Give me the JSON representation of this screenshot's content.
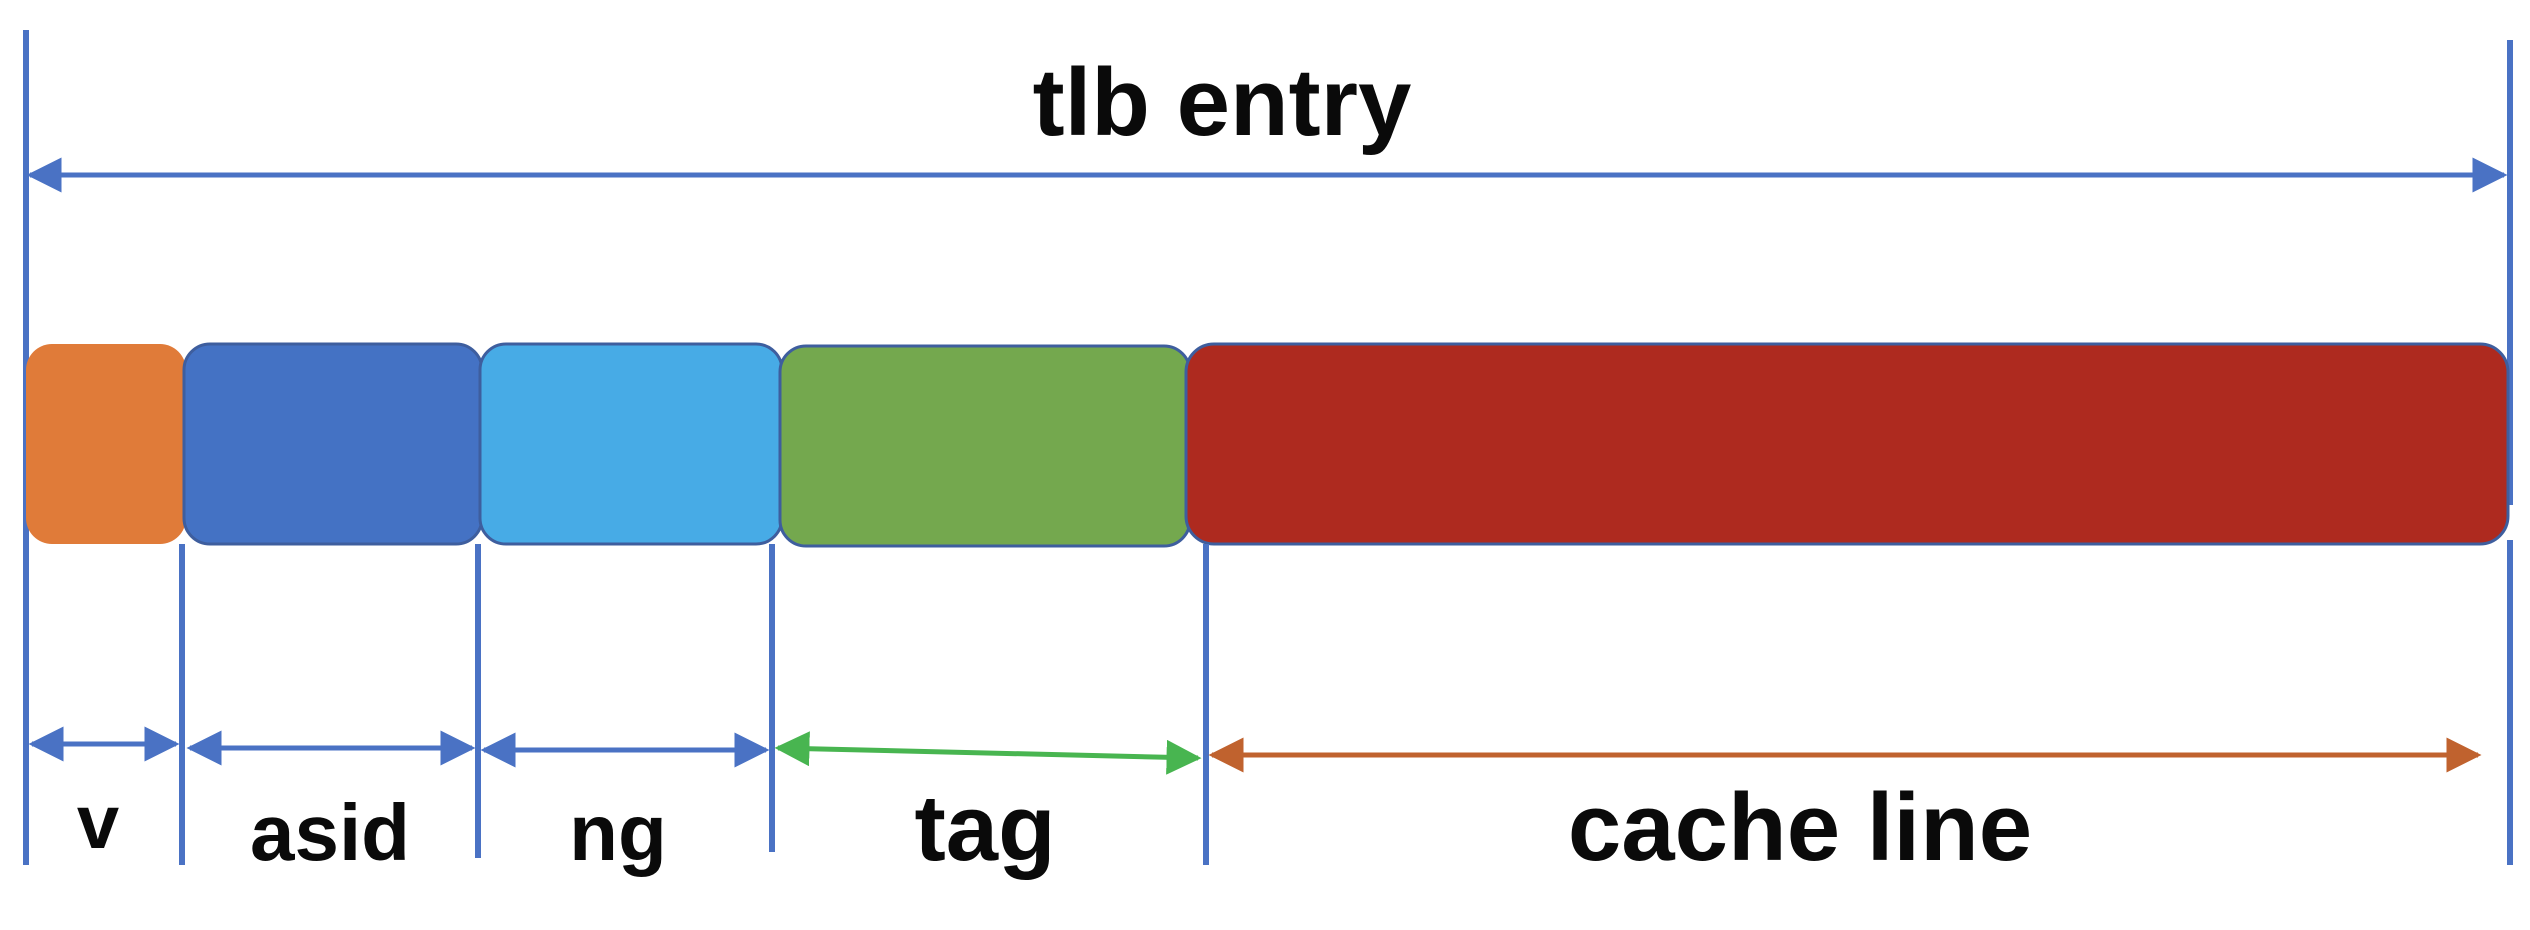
{
  "title": "tlb entry",
  "fields": [
    {
      "id": "v",
      "label": "v",
      "color": "#E07B39"
    },
    {
      "id": "asid",
      "label": "asid",
      "color": "#4472C4"
    },
    {
      "id": "ng",
      "label": "ng",
      "color": "#47ABE6"
    },
    {
      "id": "tag",
      "label": "tag",
      "color": "#74A84E"
    },
    {
      "id": "cache-line",
      "label": "cache line",
      "color": "#AE2A1F"
    }
  ],
  "colors": {
    "divider": "#4A72C4",
    "span_arrow": "#4A72C4",
    "tag_arrow": "#48B550",
    "cache_line_arrow": "#C0622E"
  }
}
